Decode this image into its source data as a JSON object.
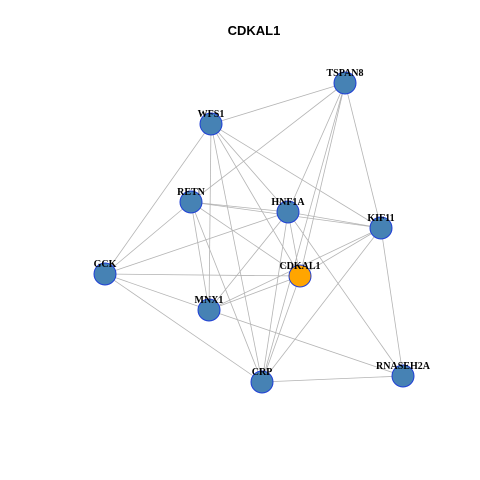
{
  "title": "CDKAL1",
  "colors": {
    "node_default": "#4682b4",
    "node_focus": "#ffa500",
    "node_border": "#1f3fd6",
    "edge": "#b4b4b4"
  },
  "nodes": [
    {
      "id": "TSPAN8"
    },
    {
      "id": "WFS1"
    },
    {
      "id": "RETN"
    },
    {
      "id": "HNF1A"
    },
    {
      "id": "KIF11"
    },
    {
      "id": "GCK"
    },
    {
      "id": "CDKAL1",
      "focus": true
    },
    {
      "id": "MNX1"
    },
    {
      "id": "CRP"
    },
    {
      "id": "RNASEH2A"
    }
  ],
  "edges": [
    [
      "TSPAN8",
      "WFS1"
    ],
    [
      "TSPAN8",
      "RETN"
    ],
    [
      "TSPAN8",
      "HNF1A"
    ],
    [
      "TSPAN8",
      "KIF11"
    ],
    [
      "TSPAN8",
      "CDKAL1"
    ],
    [
      "TSPAN8",
      "CRP"
    ],
    [
      "WFS1",
      "GCK"
    ],
    [
      "WFS1",
      "HNF1A"
    ],
    [
      "WFS1",
      "KIF11"
    ],
    [
      "WFS1",
      "CDKAL1"
    ],
    [
      "WFS1",
      "MNX1"
    ],
    [
      "WFS1",
      "CRP"
    ],
    [
      "RETN",
      "HNF1A"
    ],
    [
      "RETN",
      "KIF11"
    ],
    [
      "RETN",
      "MNX1"
    ],
    [
      "RETN",
      "CDKAL1"
    ],
    [
      "RETN",
      "GCK"
    ],
    [
      "RETN",
      "CRP"
    ],
    [
      "HNF1A",
      "KIF11"
    ],
    [
      "HNF1A",
      "GCK"
    ],
    [
      "HNF1A",
      "CDKAL1"
    ],
    [
      "HNF1A",
      "MNX1"
    ],
    [
      "HNF1A",
      "CRP"
    ],
    [
      "HNF1A",
      "RNASEH2A"
    ],
    [
      "KIF11",
      "CDKAL1"
    ],
    [
      "KIF11",
      "MNX1"
    ],
    [
      "KIF11",
      "CRP"
    ],
    [
      "KIF11",
      "RNASEH2A"
    ],
    [
      "GCK",
      "CDKAL1"
    ],
    [
      "GCK",
      "MNX1"
    ],
    [
      "GCK",
      "CRP"
    ],
    [
      "CDKAL1",
      "MNX1"
    ],
    [
      "CDKAL1",
      "CRP"
    ],
    [
      "MNX1",
      "RNASEH2A"
    ],
    [
      "CRP",
      "RNASEH2A"
    ]
  ]
}
